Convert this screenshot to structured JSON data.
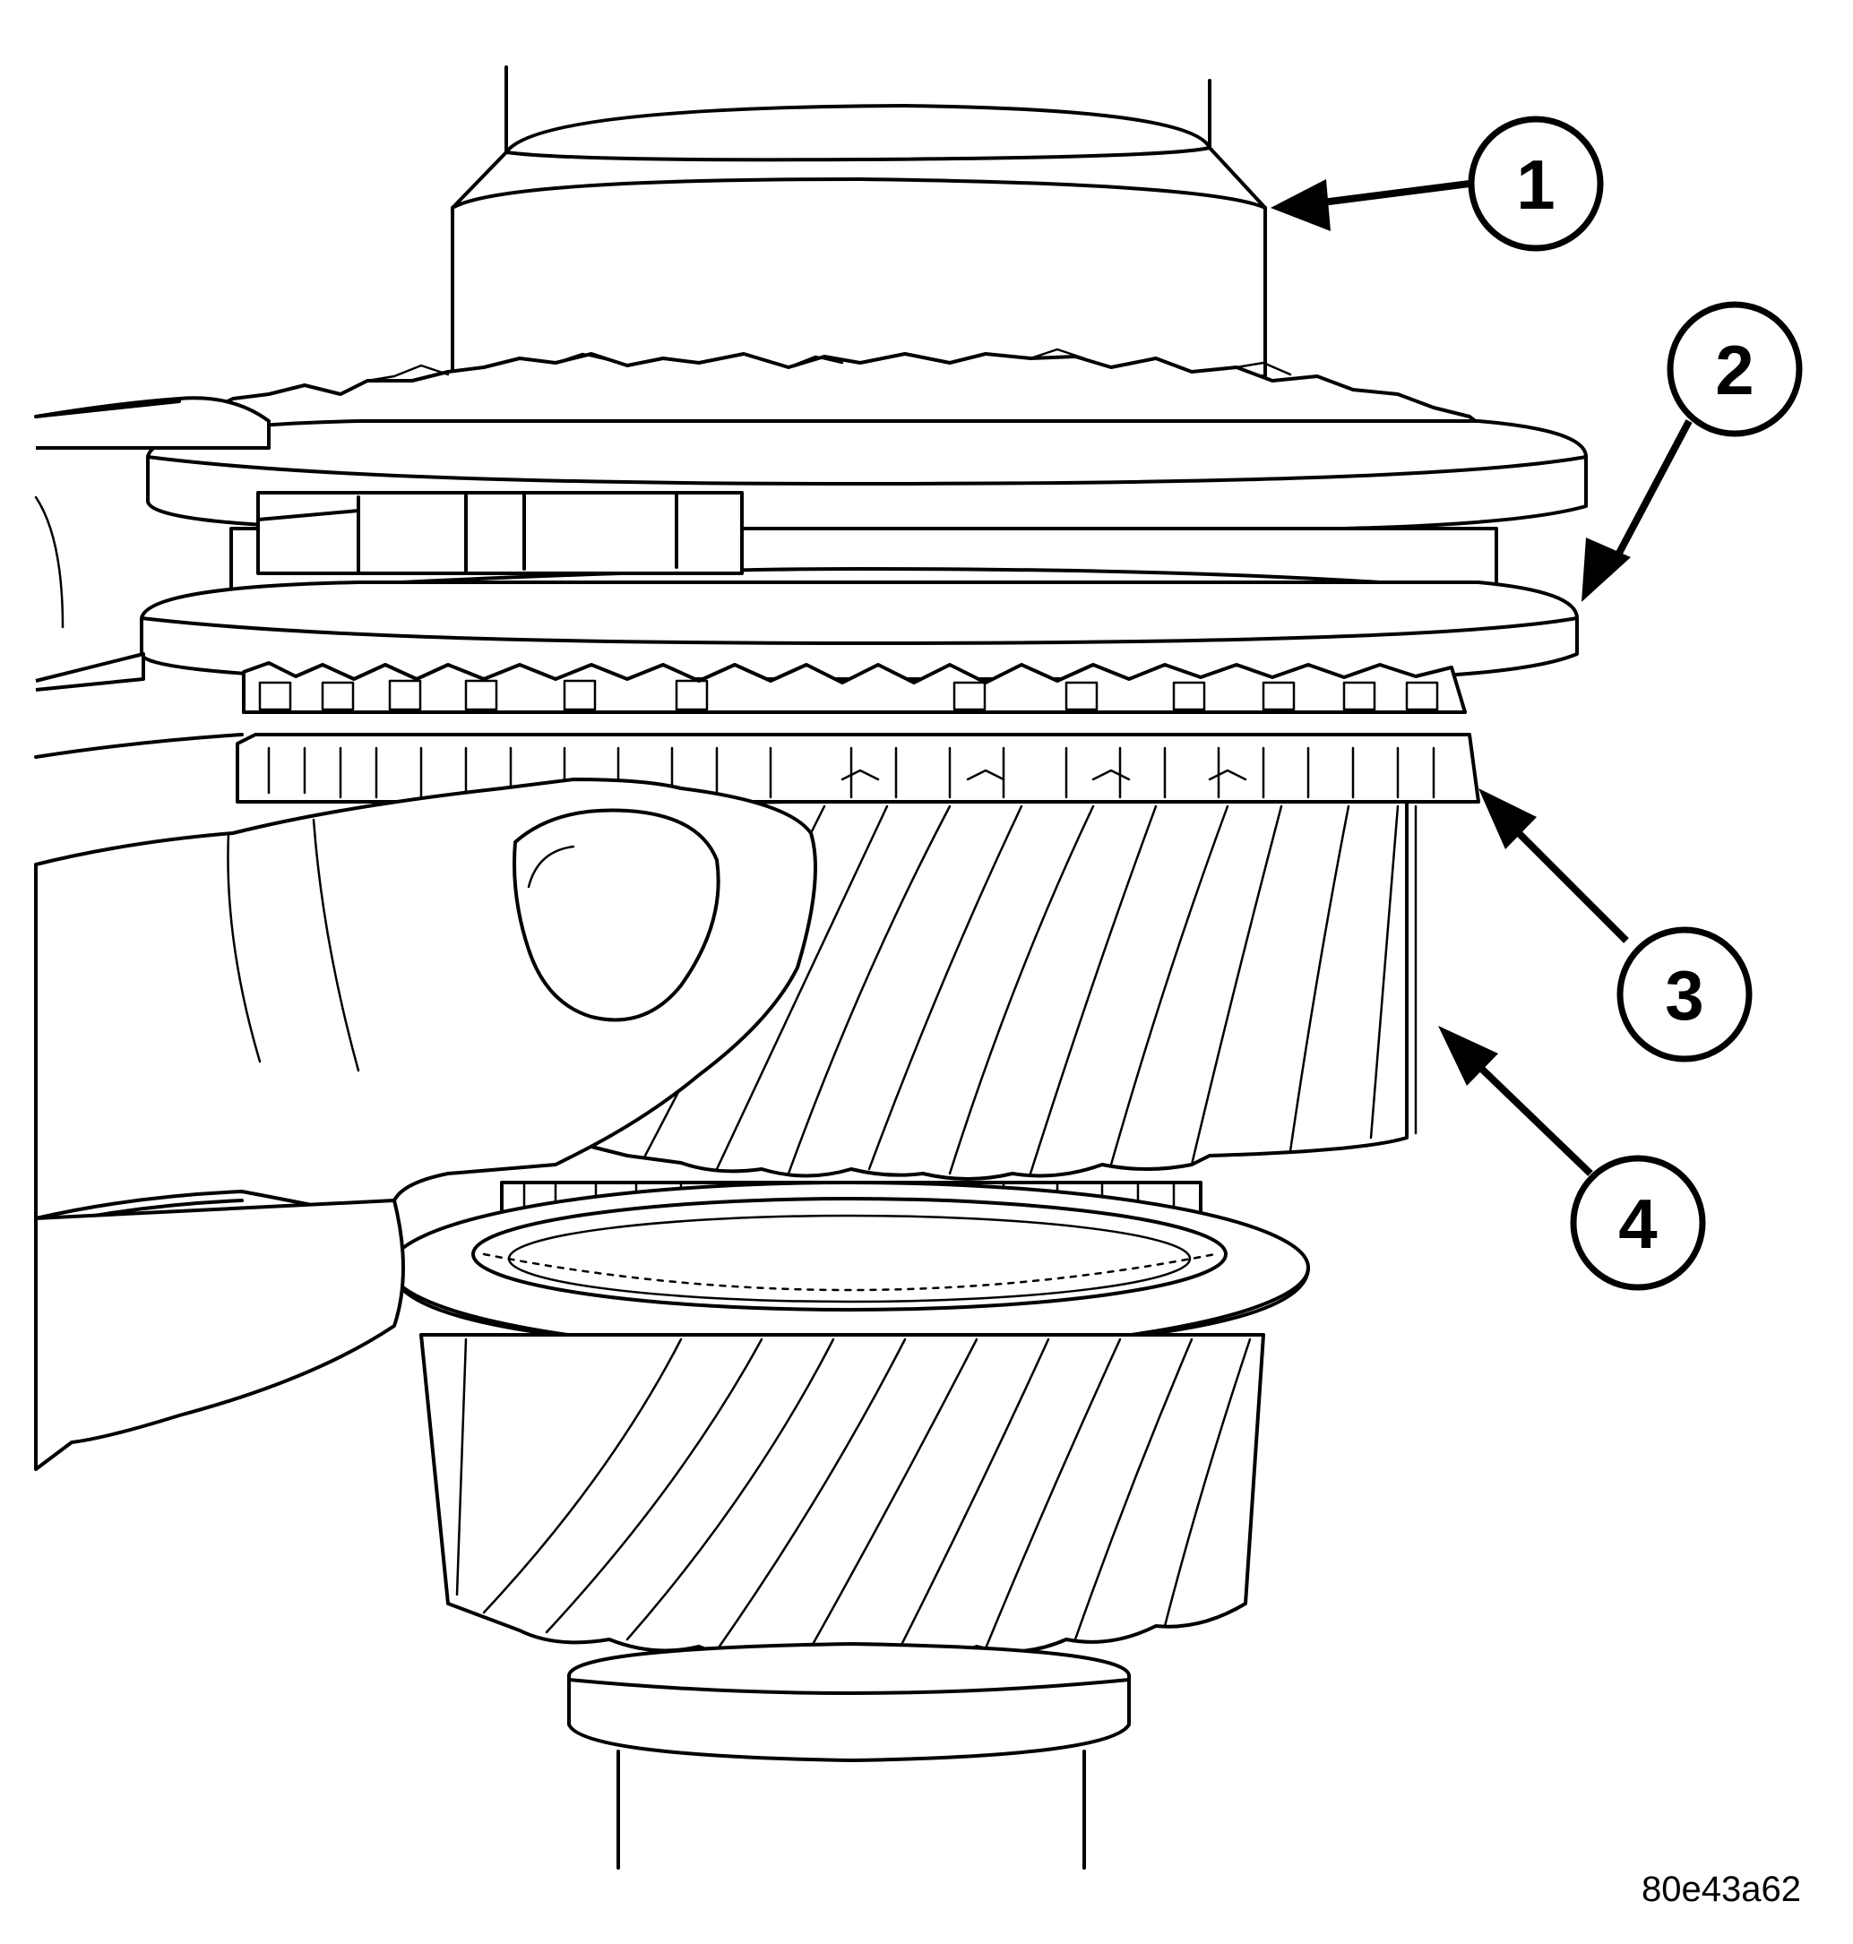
{
  "diagram": {
    "callouts": [
      {
        "label": "1"
      },
      {
        "label": "2"
      },
      {
        "label": "3"
      },
      {
        "label": "4"
      }
    ],
    "figure_id": "80e43a62"
  },
  "colors": {
    "line": "#000000",
    "background": "#ffffff"
  }
}
